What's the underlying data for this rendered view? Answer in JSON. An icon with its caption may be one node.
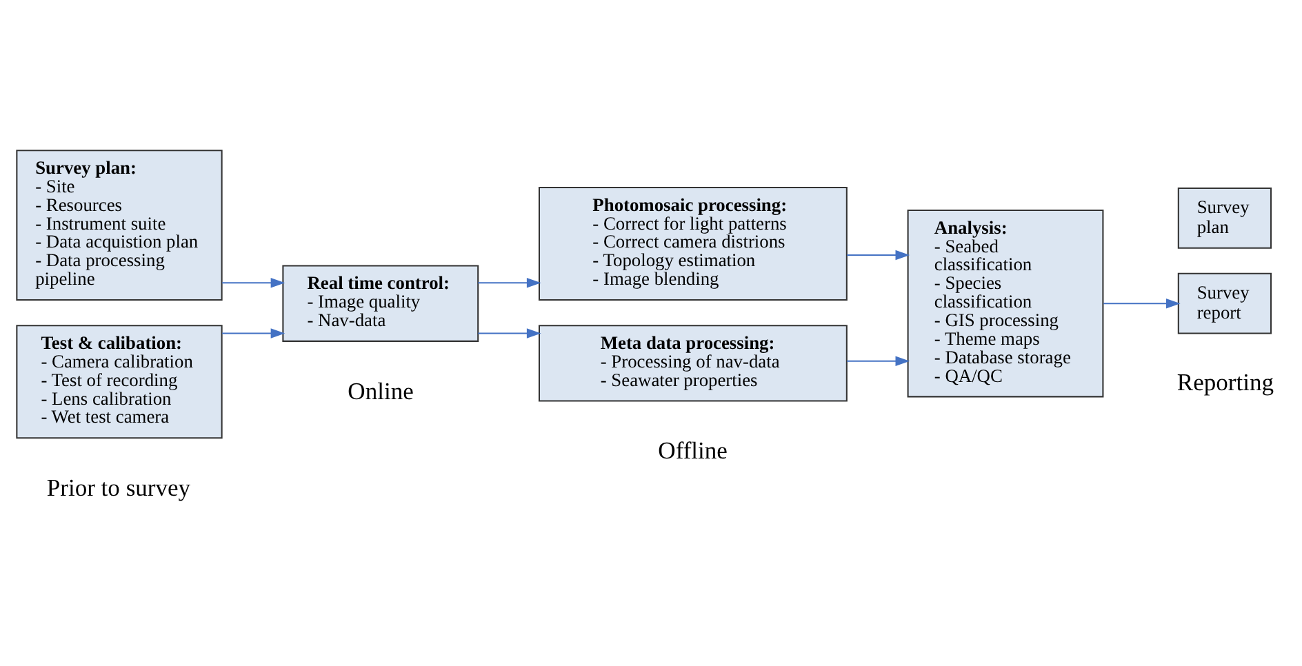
{
  "diagram": {
    "nodes": [
      {
        "text": [
          "Survey plan:",
          "- Site",
          "- Resources",
          "- Instrument suite",
          "- Data acquistion plan",
          "- Data processing pipeline"
        ]
      },
      {
        "text": [
          "Test & calibation:",
          "- Camera calibration",
          "- Test of recording",
          "- Lens calibration",
          "- Wet test camera"
        ]
      },
      {
        "text": [
          "Real time control:",
          "- Image quality",
          "- Nav-data"
        ]
      },
      {
        "text": [
          "Photomosaic processing:",
          "- Correct for light patterns",
          "- Correct camera distrions",
          "- Topology estimation",
          "- Image blending"
        ]
      },
      {
        "text": [
          "Meta data processing:",
          "- Processing of nav-data",
          "- Seawater properties"
        ]
      },
      {
        "text": [
          "Analysis:",
          "- Seabed classification",
          "- Species classification",
          "- GIS processing",
          "- Theme maps",
          "- Database storage",
          "- QA/QC"
        ]
      },
      {
        "text": [
          "Survey report"
        ]
      },
      {
        "text": [
          "Survey plan"
        ]
      }
    ],
    "edges": [
      {
        "from": 0,
        "to": 2,
        "arrow": "to"
      },
      {
        "from": 1,
        "to": 2,
        "arrow": "to"
      },
      {
        "from": 2,
        "to": 3,
        "arrow": "to"
      },
      {
        "from": 2,
        "to": 4,
        "arrow": "to"
      },
      {
        "from": 3,
        "to": 5,
        "arrow": "to"
      },
      {
        "from": 4,
        "to": 5,
        "arrow": "to"
      },
      {
        "from": 5,
        "to": 6,
        "arrow": "to"
      }
    ],
    "labels": [
      "Prior to survey",
      "Online",
      "Offline",
      "Reporting"
    ]
  }
}
